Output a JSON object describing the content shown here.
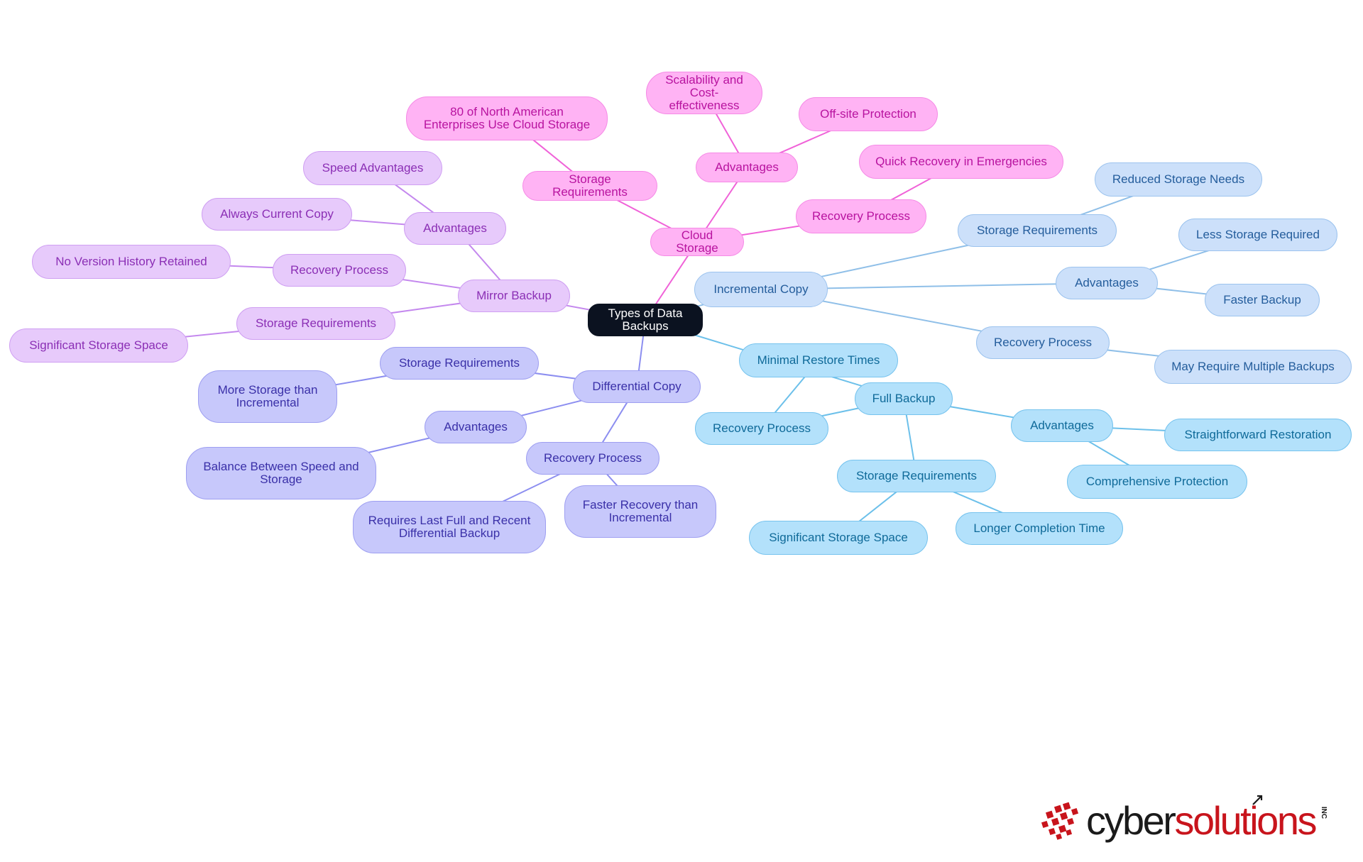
{
  "mindmap": {
    "root": "Types of Data Backups",
    "colors": {
      "cloud": "#f062d8",
      "incremental": "#8fbfe8",
      "full": "#6cc0ea",
      "differential": "#8c8ef0",
      "mirror": "#c488ee"
    },
    "nodes": [
      {
        "id": "root",
        "label": "Types of Data Backups",
        "branch": "root"
      },
      {
        "id": "cloud",
        "label": "Cloud Storage",
        "branch": "cloud",
        "parent": "root"
      },
      {
        "id": "cloud-storage",
        "label": "Storage Requirements",
        "branch": "cloud",
        "parent": "cloud"
      },
      {
        "id": "cloud-storage-80",
        "label": "80 of North American Enterprises Use Cloud Storage",
        "branch": "cloud",
        "parent": "cloud-storage"
      },
      {
        "id": "cloud-adv",
        "label": "Advantages",
        "branch": "cloud",
        "parent": "cloud"
      },
      {
        "id": "cloud-adv-scal",
        "label": "Scalability and Cost-effectiveness",
        "branch": "cloud",
        "parent": "cloud-adv"
      },
      {
        "id": "cloud-adv-offsite",
        "label": "Off-site Protection",
        "branch": "cloud",
        "parent": "cloud-adv"
      },
      {
        "id": "cloud-rec",
        "label": "Recovery Process",
        "branch": "cloud",
        "parent": "cloud"
      },
      {
        "id": "cloud-rec-quick",
        "label": "Quick Recovery in Emergencies",
        "branch": "cloud",
        "parent": "cloud-rec"
      },
      {
        "id": "incr",
        "label": "Incremental Copy",
        "branch": "incremental",
        "parent": "root"
      },
      {
        "id": "incr-storage",
        "label": "Storage Requirements",
        "branch": "incremental",
        "parent": "incr"
      },
      {
        "id": "incr-storage-reduced",
        "label": "Reduced Storage Needs",
        "branch": "incremental",
        "parent": "incr-storage"
      },
      {
        "id": "incr-adv",
        "label": "Advantages",
        "branch": "incremental",
        "parent": "incr"
      },
      {
        "id": "incr-adv-less",
        "label": "Less Storage Required",
        "branch": "incremental",
        "parent": "incr-adv"
      },
      {
        "id": "incr-adv-faster",
        "label": "Faster Backup",
        "branch": "incremental",
        "parent": "incr-adv"
      },
      {
        "id": "incr-rec",
        "label": "Recovery Process",
        "branch": "incremental",
        "parent": "incr"
      },
      {
        "id": "incr-rec-multi",
        "label": "May Require Multiple Backups",
        "branch": "incremental",
        "parent": "incr-rec"
      },
      {
        "id": "full",
        "label": "Full Backup",
        "branch": "full",
        "parent": "root"
      },
      {
        "id": "full-rec",
        "label": "Recovery Process",
        "branch": "full",
        "parent": "full"
      },
      {
        "id": "full-rec-min",
        "label": "Minimal Restore Times",
        "branch": "full",
        "parent": "full-rec"
      },
      {
        "id": "full-adv",
        "label": "Advantages",
        "branch": "full",
        "parent": "full"
      },
      {
        "id": "full-adv-straight",
        "label": "Straightforward Restoration",
        "branch": "full",
        "parent": "full-adv"
      },
      {
        "id": "full-adv-comp",
        "label": "Comprehensive Protection",
        "branch": "full",
        "parent": "full-adv"
      },
      {
        "id": "full-storage",
        "label": "Storage Requirements",
        "branch": "full",
        "parent": "full"
      },
      {
        "id": "full-storage-sig",
        "label": "Significant Storage Space",
        "branch": "full",
        "parent": "full-storage"
      },
      {
        "id": "full-storage-longer",
        "label": "Longer Completion Time",
        "branch": "full",
        "parent": "full-storage"
      },
      {
        "id": "diff",
        "label": "Differential Copy",
        "branch": "differential",
        "parent": "root"
      },
      {
        "id": "diff-storage",
        "label": "Storage Requirements",
        "branch": "differential",
        "parent": "diff"
      },
      {
        "id": "diff-storage-more",
        "label": "More Storage than Incremental",
        "branch": "differential",
        "parent": "diff-storage"
      },
      {
        "id": "diff-adv",
        "label": "Advantages",
        "branch": "differential",
        "parent": "diff"
      },
      {
        "id": "diff-adv-balance",
        "label": "Balance Between Speed and Storage",
        "branch": "differential",
        "parent": "diff-adv"
      },
      {
        "id": "diff-rec",
        "label": "Recovery Process",
        "branch": "differential",
        "parent": "diff"
      },
      {
        "id": "diff-rec-req",
        "label": "Requires Last Full and Recent Differential Backup",
        "branch": "differential",
        "parent": "diff-rec"
      },
      {
        "id": "diff-rec-faster",
        "label": "Faster Recovery than Incremental",
        "branch": "differential",
        "parent": "diff-rec"
      },
      {
        "id": "mirror",
        "label": "Mirror Backup",
        "branch": "mirror",
        "parent": "root"
      },
      {
        "id": "mirror-adv",
        "label": "Advantages",
        "branch": "mirror",
        "parent": "mirror"
      },
      {
        "id": "mirror-adv-speed",
        "label": "Speed Advantages",
        "branch": "mirror",
        "parent": "mirror-adv"
      },
      {
        "id": "mirror-adv-current",
        "label": "Always Current Copy",
        "branch": "mirror",
        "parent": "mirror-adv"
      },
      {
        "id": "mirror-rec",
        "label": "Recovery Process",
        "branch": "mirror",
        "parent": "mirror"
      },
      {
        "id": "mirror-rec-nohist",
        "label": "No Version History Retained",
        "branch": "mirror",
        "parent": "mirror-rec"
      },
      {
        "id": "mirror-storage",
        "label": "Storage Requirements",
        "branch": "mirror",
        "parent": "mirror"
      },
      {
        "id": "mirror-storage-sig",
        "label": "Significant Storage Space",
        "branch": "mirror",
        "parent": "mirror-storage"
      }
    ]
  },
  "brand": {
    "word_part1": "cyber",
    "word_part2": "solutions",
    "suffix": "INC",
    "colors": {
      "dark": "#1a1a1a",
      "red": "#c8141c"
    }
  }
}
